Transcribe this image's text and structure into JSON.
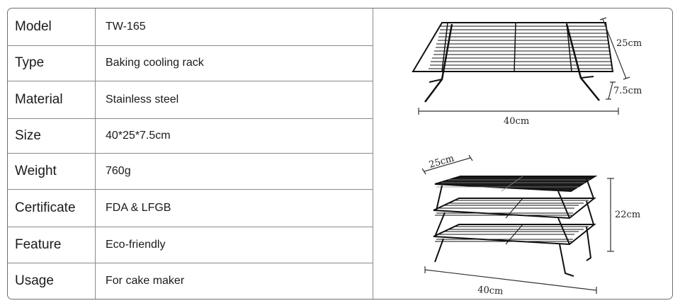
{
  "specs": [
    {
      "label": "Model",
      "value": "TW-165"
    },
    {
      "label": "Type",
      "value": "Baking cooling rack"
    },
    {
      "label": "Material",
      "value": "Stainless steel"
    },
    {
      "label": "Size",
      "value": "40*25*7.5cm"
    },
    {
      "label": "Weight",
      "value": "760g"
    },
    {
      "label": "Certificate",
      "value": "FDA & LFGB"
    },
    {
      "label": "Feature",
      "value": "Eco-friendly"
    },
    {
      "label": "Usage",
      "value": "For cake maker"
    }
  ],
  "dimensions_single": {
    "width": "25cm",
    "height": "7.5cm",
    "length": "40cm"
  },
  "dimensions_stacked": {
    "width": "25cm",
    "height": "22cm",
    "length": "40cm"
  }
}
